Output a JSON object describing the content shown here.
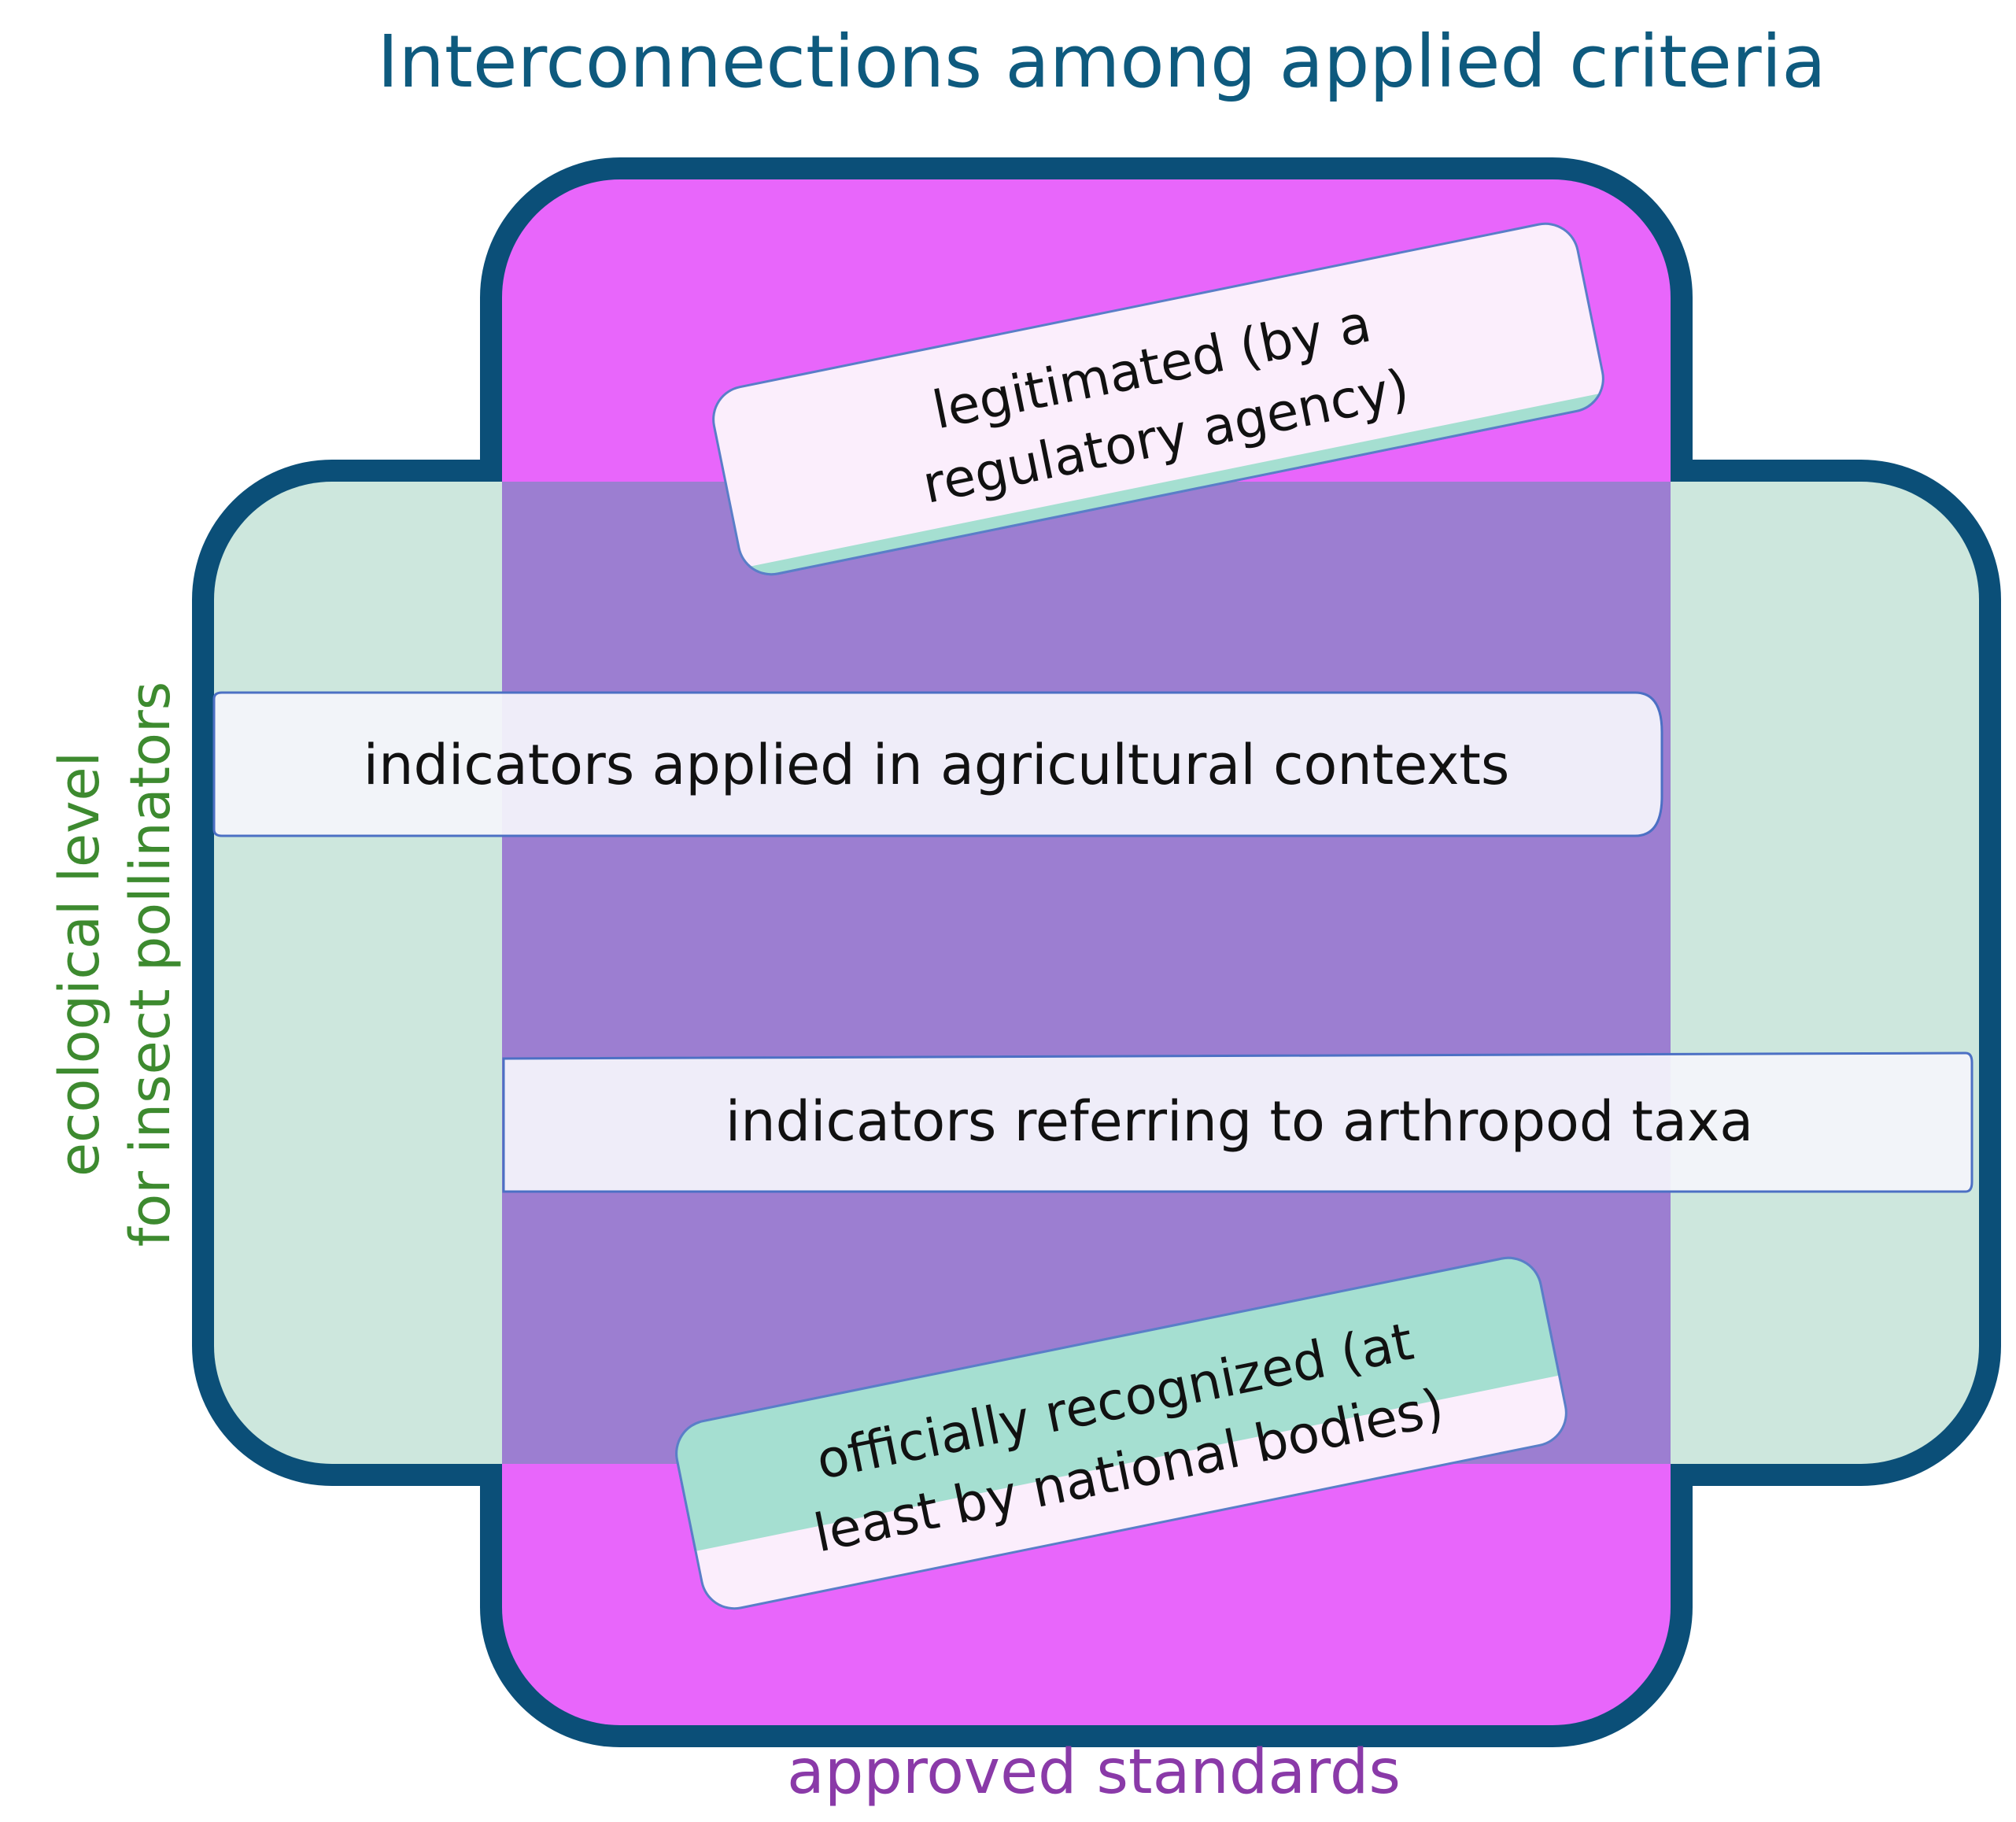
{
  "title": "Interconnections among applied criteria",
  "labels": {
    "vertical_box": "approved standards",
    "horizontal_box_line1": "ecological level",
    "horizontal_box_line2": "for insect pollinators"
  },
  "boxes": {
    "legitimated_line1": "legitimated (by a",
    "legitimated_line2": "regulatory agency)",
    "agricultural": "indicators applied in agricultural contexts",
    "arthropod": "indicators referring to arthropod taxa",
    "recognized_line1": "officially recognized (at",
    "recognized_line2": "least by national bodies)"
  },
  "colors": {
    "title": "#0e5a7e",
    "border": "#0b4f78",
    "magenta": "#e866fb",
    "mint": "#d5ede1",
    "overlap": "#9c7ed1",
    "green_label": "#3d8a2f",
    "purple_label": "#8a3aa8",
    "label_box": "#fbeefc",
    "label_box_overlap": "#a5dfd1",
    "strip_fill": "#f4f4fb"
  }
}
